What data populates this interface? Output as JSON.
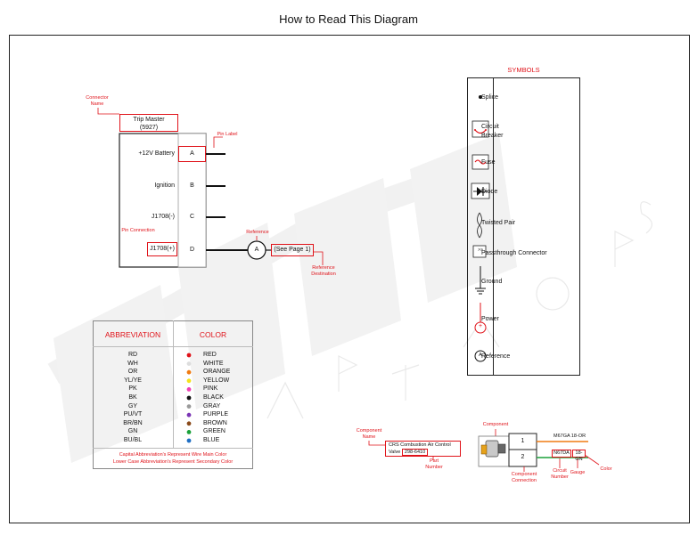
{
  "title": "How to Read This Diagram",
  "annotations": {
    "connector_name": "Connector\nName",
    "pin_label": "Pin Label",
    "pin_connection": "Pin Connection",
    "reference": "Reference",
    "reference_destination": "Reference\nDestination",
    "component": "Component",
    "component_name": "Component\nName",
    "part_number": "Part\nNumber",
    "component_connection": "Component\nConnection",
    "circuit_number": "Circuit\nNumber",
    "gauge": "Gauge",
    "color": "Color"
  },
  "connector": {
    "name": "Trip Master",
    "number": "(5927)",
    "pins": [
      {
        "signal": "+12V Battery",
        "pin": "A"
      },
      {
        "signal": "Ignition",
        "pin": "B"
      },
      {
        "signal": "J1708(-)",
        "pin": "C"
      },
      {
        "signal": "J1708(+)",
        "pin": "D"
      }
    ],
    "ref_letter": "A",
    "ref_text": "(See Page 1)"
  },
  "symbols": {
    "heading": "SYMBOLS",
    "items": [
      {
        "label": "Splice",
        "icon": "splice-icon"
      },
      {
        "label": "Circuit\nBreaker",
        "icon": "circuit-breaker-icon"
      },
      {
        "label": "Fuse",
        "icon": "fuse-icon"
      },
      {
        "label": "Diode",
        "icon": "diode-icon"
      },
      {
        "label": "Twisted Pair",
        "icon": "twisted-pair-icon"
      },
      {
        "label": "Passthrough Connector",
        "icon": "passthrough-connector-icon",
        "glyph": ">>"
      },
      {
        "label": "Ground",
        "icon": "ground-icon"
      },
      {
        "label": "Power",
        "icon": "power-icon",
        "glyph": "+"
      },
      {
        "label": "Reference",
        "icon": "reference-icon",
        "glyph": "A"
      }
    ]
  },
  "abbreviations": {
    "header_abbr": "ABBREVIATION",
    "header_color": "COLOR",
    "rows": [
      {
        "abbr": "RD",
        "color": "RED",
        "hex": "#e0131a"
      },
      {
        "abbr": "WH",
        "color": "WHITE",
        "hex": "#dddddd"
      },
      {
        "abbr": "OR",
        "color": "ORANGE",
        "hex": "#f07b12"
      },
      {
        "abbr": "YL/YE",
        "color": "YELLOW",
        "hex": "#f5e21b"
      },
      {
        "abbr": "PK",
        "color": "PINK",
        "hex": "#ef3fb4"
      },
      {
        "abbr": "BK",
        "color": "BLACK",
        "hex": "#111111"
      },
      {
        "abbr": "GY",
        "color": "GRAY",
        "hex": "#9a9a9a"
      },
      {
        "abbr": "PU/VT",
        "color": "PURPLE",
        "hex": "#7b35b5"
      },
      {
        "abbr": "BR/BN",
        "color": "BROWN",
        "hex": "#8a4a1a"
      },
      {
        "abbr": "GN",
        "color": "GREEN",
        "hex": "#1aa13a"
      },
      {
        "abbr": "BU/BL",
        "color": "BLUE",
        "hex": "#1f6fc4"
      }
    ],
    "footer_1": "Capital Abbreviation's Represent Wire Main Color",
    "footer_2": "Lower Case Abbreviation's Represent Secondary Color"
  },
  "component": {
    "name": "CRS Combustion Air Control",
    "name_2": "Valve",
    "part_number": "298-6410",
    "pins": [
      "1",
      "2"
    ],
    "wire1_label": "M67GA 18-OR",
    "wire2_circuit": "N67DA",
    "wire2_gauge": "18-GN",
    "wire1_color": "#f07b12",
    "wire2_color": "#1aa13a"
  },
  "accent_color": "#e0131a"
}
